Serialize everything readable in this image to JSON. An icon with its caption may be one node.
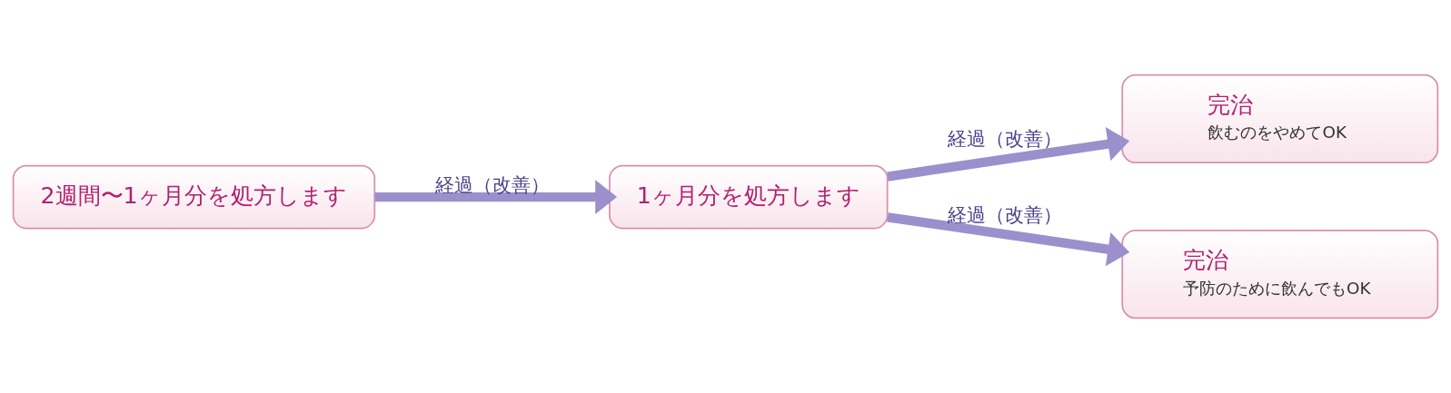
{
  "diagram": {
    "nodes": [
      {
        "text": [
          "2週間〜1ヶ月分を処方します"
        ]
      },
      {
        "text": [
          "1ヶ月分を処方します"
        ]
      },
      {
        "text": [
          "完治",
          "飲むのをやめてOK"
        ]
      },
      {
        "text": [
          "完治",
          "予防のために飲んでもOK"
        ]
      }
    ],
    "edges": [
      {
        "from": 0,
        "to": 1,
        "arrow": "to",
        "label": "経過（改善）"
      },
      {
        "from": 1,
        "to": 2,
        "arrow": "to",
        "label": "経過（改善）"
      },
      {
        "from": 1,
        "to": 3,
        "arrow": "to",
        "label": "経過（改善）"
      }
    ]
  }
}
